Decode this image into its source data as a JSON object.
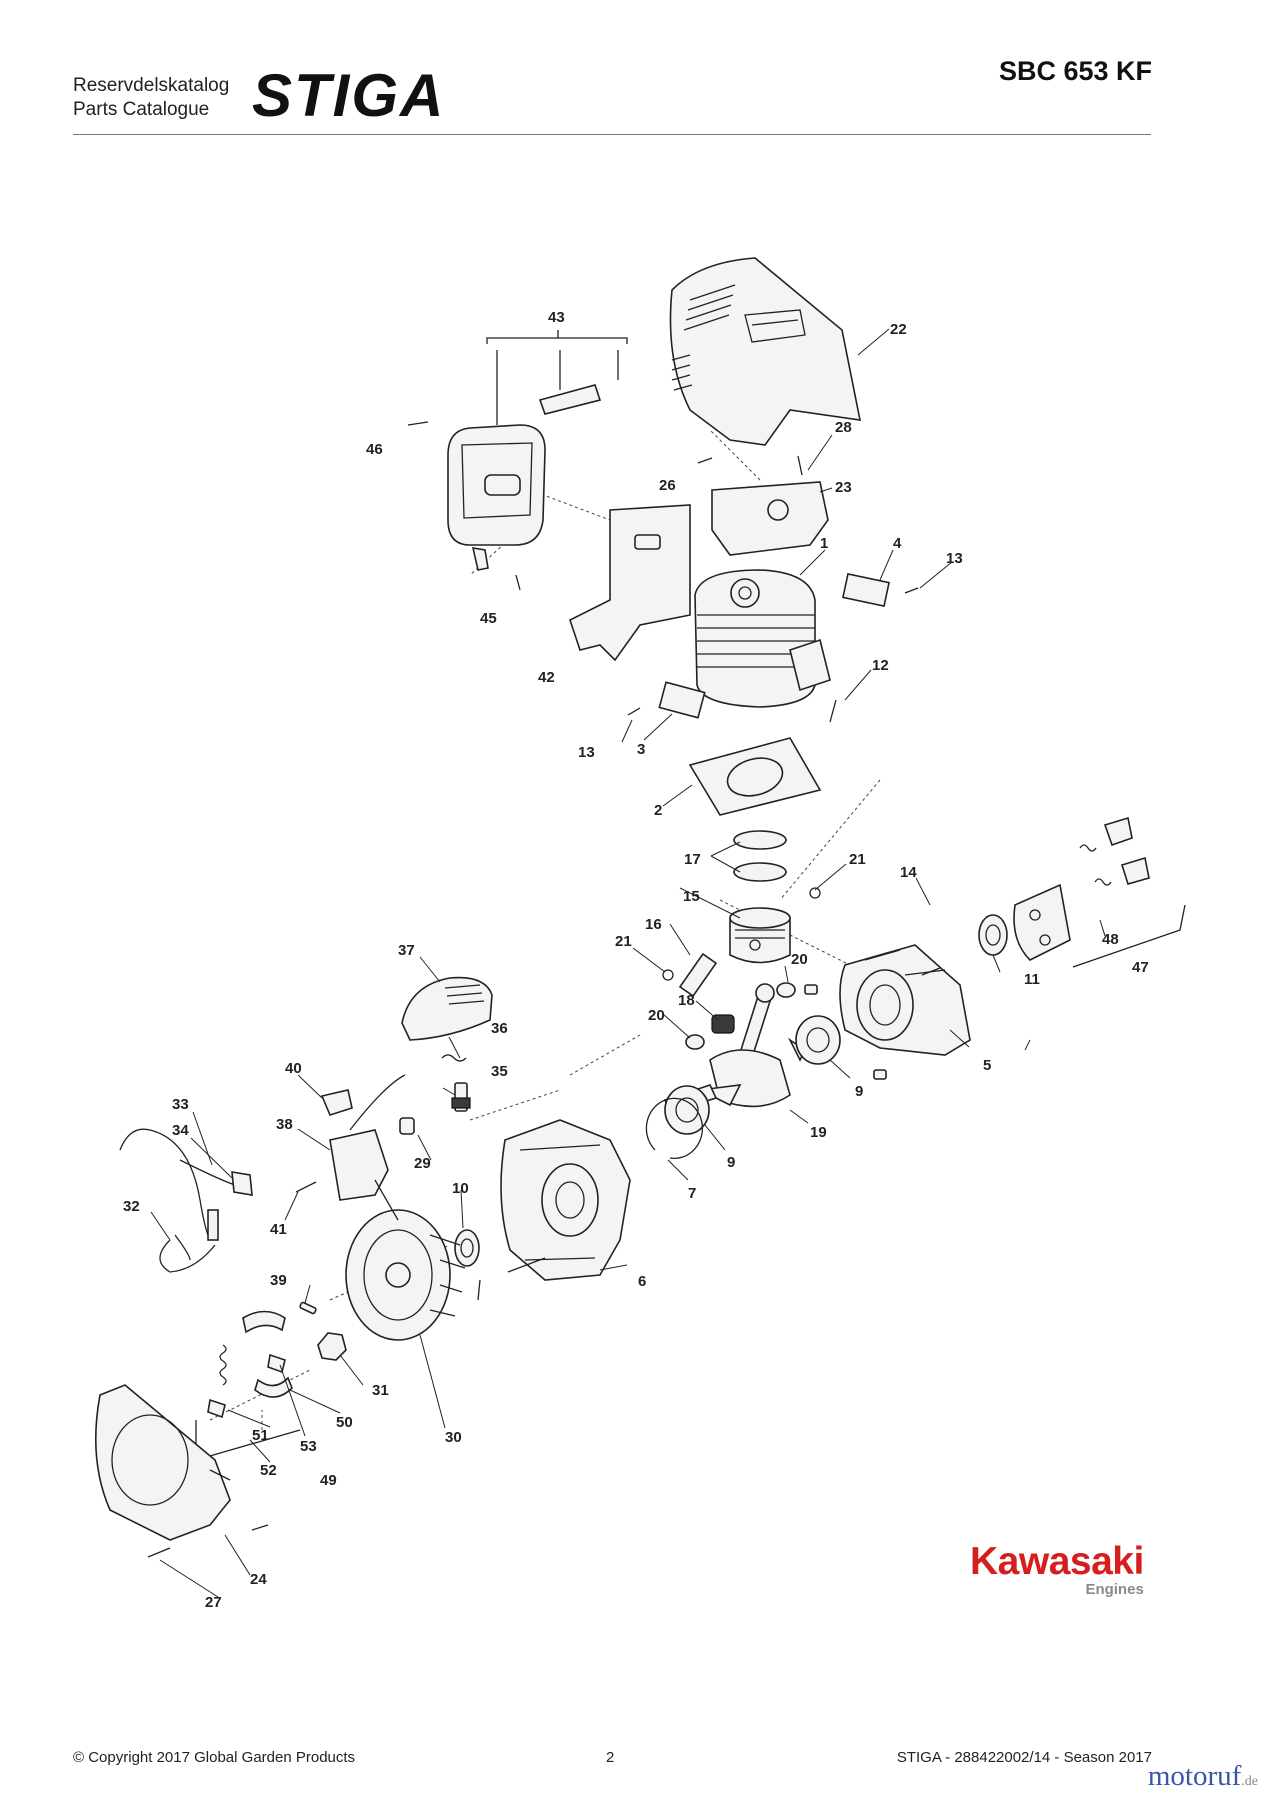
{
  "header": {
    "catalog_sv": "Reservdelskatalog",
    "catalog_en": "Parts Catalogue",
    "brand": "STIGA",
    "model": "SBC 653 KF"
  },
  "callouts": [
    {
      "id": "c1",
      "label": "1"
    },
    {
      "id": "c2",
      "label": "2"
    },
    {
      "id": "c3",
      "label": "3"
    },
    {
      "id": "c4",
      "label": "4"
    },
    {
      "id": "c5",
      "label": "5"
    },
    {
      "id": "c6",
      "label": "6"
    },
    {
      "id": "c7",
      "label": "7"
    },
    {
      "id": "c9a",
      "label": "9"
    },
    {
      "id": "c9b",
      "label": "9"
    },
    {
      "id": "c10",
      "label": "10"
    },
    {
      "id": "c11",
      "label": "11"
    },
    {
      "id": "c12",
      "label": "12"
    },
    {
      "id": "c13a",
      "label": "13"
    },
    {
      "id": "c13b",
      "label": "13"
    },
    {
      "id": "c14",
      "label": "14"
    },
    {
      "id": "c15",
      "label": "15"
    },
    {
      "id": "c16",
      "label": "16"
    },
    {
      "id": "c17",
      "label": "17"
    },
    {
      "id": "c18",
      "label": "18"
    },
    {
      "id": "c19",
      "label": "19"
    },
    {
      "id": "c20a",
      "label": "20"
    },
    {
      "id": "c20b",
      "label": "20"
    },
    {
      "id": "c21a",
      "label": "21"
    },
    {
      "id": "c21b",
      "label": "21"
    },
    {
      "id": "c22",
      "label": "22"
    },
    {
      "id": "c23",
      "label": "23"
    },
    {
      "id": "c24",
      "label": "24"
    },
    {
      "id": "c26",
      "label": "26"
    },
    {
      "id": "c27",
      "label": "27"
    },
    {
      "id": "c28",
      "label": "28"
    },
    {
      "id": "c29",
      "label": "29"
    },
    {
      "id": "c30",
      "label": "30"
    },
    {
      "id": "c31",
      "label": "31"
    },
    {
      "id": "c32",
      "label": "32"
    },
    {
      "id": "c33",
      "label": "33"
    },
    {
      "id": "c34",
      "label": "34"
    },
    {
      "id": "c35",
      "label": "35"
    },
    {
      "id": "c36",
      "label": "36"
    },
    {
      "id": "c37",
      "label": "37"
    },
    {
      "id": "c38",
      "label": "38"
    },
    {
      "id": "c39",
      "label": "39"
    },
    {
      "id": "c40",
      "label": "40"
    },
    {
      "id": "c41",
      "label": "41"
    },
    {
      "id": "c42",
      "label": "42"
    },
    {
      "id": "c43",
      "label": "43"
    },
    {
      "id": "c45",
      "label": "45"
    },
    {
      "id": "c46",
      "label": "46"
    },
    {
      "id": "c47",
      "label": "47"
    },
    {
      "id": "c48",
      "label": "48"
    },
    {
      "id": "c49",
      "label": "49"
    },
    {
      "id": "c50",
      "label": "50"
    },
    {
      "id": "c51",
      "label": "51"
    },
    {
      "id": "c52",
      "label": "52"
    },
    {
      "id": "c53",
      "label": "53"
    }
  ],
  "engine_logo": {
    "name": "Kawasaki",
    "sub": "Engines",
    "color": "#d51f1f"
  },
  "footer": {
    "copyright": "© Copyright 2017 Global Garden Products",
    "page": "2",
    "doc": "STIGA - 288422002/14 - Season 2017"
  },
  "watermark": {
    "text": "motoruf",
    "suffix": ".de"
  }
}
